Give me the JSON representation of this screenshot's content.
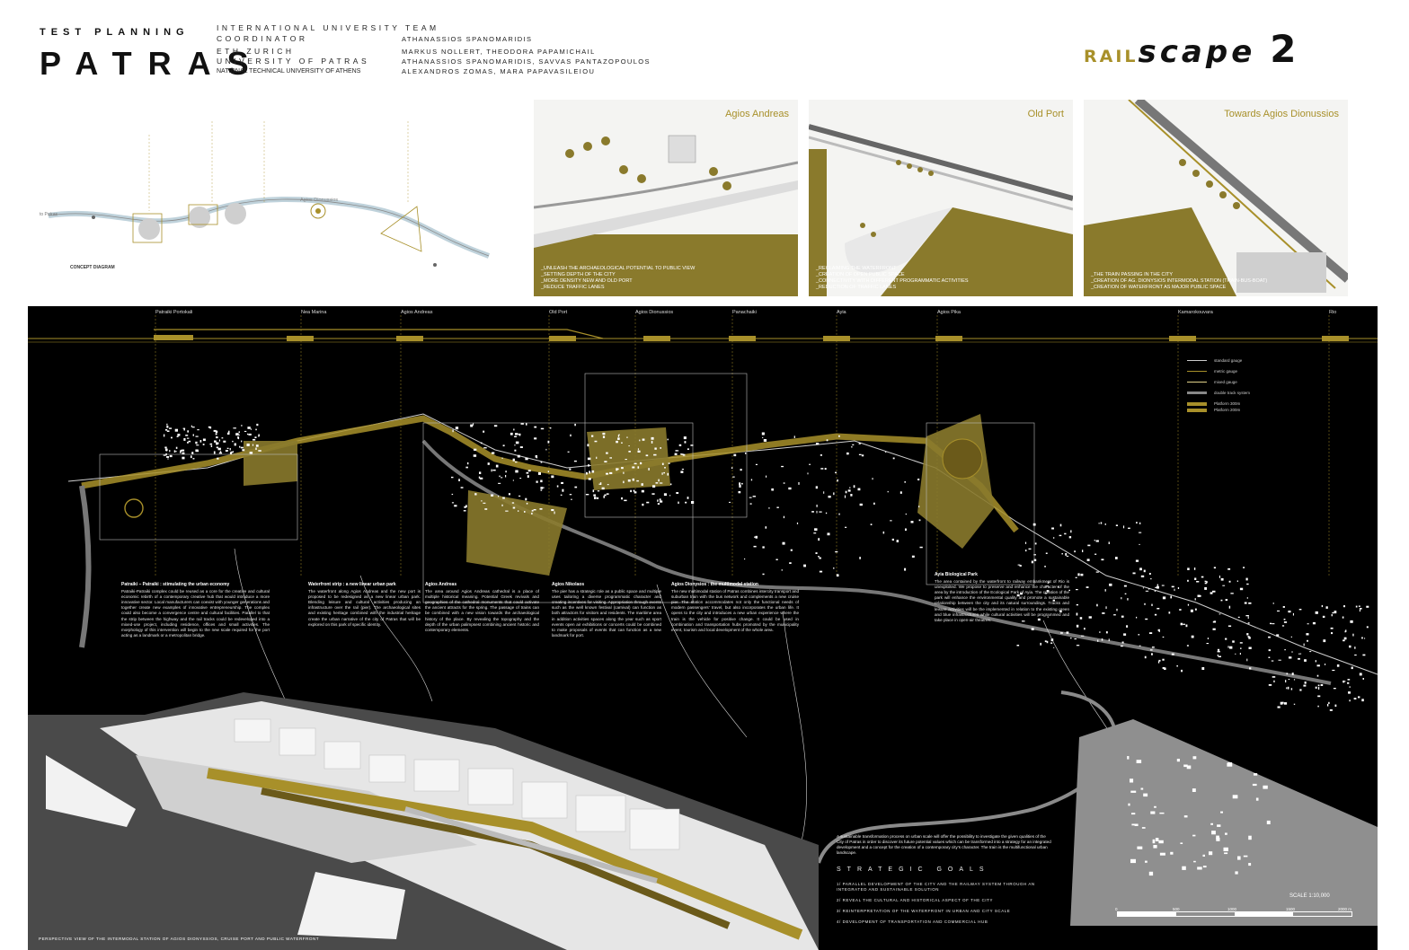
{
  "header": {
    "test_planning": "TEST PLANNING",
    "city": "PATRAS",
    "team_label": "INTERNATIONAL UNIVERSITY TEAM",
    "coordinator_label": "COORDINATOR",
    "coordinator_name": "ATHANASSIOS SPANOMARIDIS",
    "institutions": [
      "ETH ZURICH",
      "UNIVERSITY OF PATRAS",
      "NATIONAL TECHNICAL UNIVERSITY OF ATHENS"
    ],
    "members": [
      "MARKUS NOLLERT, THEODORA PAPAMICHAIL",
      "ATHANASSIOS SPANOMARIDIS, SAVVAS PANTAZOPOULOS",
      "ALEXANDROS ZOMAS, MARA PAPAVASILEIOU"
    ],
    "brand_rail": "RAIL",
    "brand_scape": "scape",
    "brand_number": "2"
  },
  "concept": {
    "label": "CONCEPT DIAGRAM",
    "station_label": "Agios Dionussios",
    "left_label": "to Patras"
  },
  "panels": [
    {
      "title": "Agios Andreas",
      "notes": [
        "_UNLEASH THE ARCHAEOLOGICAL POTENTIAL TO PUBLIC VIEW",
        "_SETTING DEPTH OF THE CITY",
        "_MORE DENSITY NEW AND OLD PORT",
        "_REDUCE TRAFFIC LANES"
      ]
    },
    {
      "title": "Old Port",
      "notes": [
        "_RECLAIMING THE WATERFRONT",
        "_CREATION OF OPEN PUBLIC SPACE",
        "_CONNECTIVITY WITH DIFFERENT PROGRAMMATIC ACTIVITIES",
        "_REDUCTION OF TRAFFIC LANES"
      ]
    },
    {
      "title": "Towards Agios Dionussios",
      "notes": [
        "_THE TRAIN PASSING IN THE CITY",
        "_CREATION OF AG. DIONYSIOS INTERMODAL STATION (TRAIN-BUS-BOAT)",
        "_CREATION OF WATERFRONT AS MAJOR PUBLIC SPACE"
      ]
    }
  ],
  "stations": [
    "Patraiki Portokali",
    "Nea Marina",
    "Agios Andreas",
    "Old Port",
    "Agios Dionussios",
    "Panachaiki",
    "Ayia",
    "Agios Pika",
    "Kamarokouvara",
    "Rio"
  ],
  "legend": [
    "standard gauge",
    "metric gauge",
    "mixed gauge",
    "double track system",
    "Platform 300m",
    "Platform 200m"
  ],
  "columns": [
    {
      "title": "Patraiki – Patraiki : stimulating the urban economy",
      "body": "Patraiki-Patraiki complex could be reused as a core for the creative and cultural economic rebirth of a contemporary creative hub that would introduce a more innovative sector. Local manufacturers can coexist with younger generations and together create new examples of innovative entrepreneurship. The complex could also become a convergence centre and cultural facilities. Parallel to that the strip between the highway and the rail tracks could be redeveloped into a mixed-use project, including residence, offices and small activities. The morphology of this intervention will begin to the new scale required for the port acting as a landmark or a metropolitan bridge."
    },
    {
      "title": "Waterfront strip : a new linear urban park",
      "body": "The waterfront along Agios Andreas and the new port is proposed to be redesigned as a new linear urban park. Blending leisure and cultural activities producing an infrastructure over the rail (pier). The archaeological sites and existing heritage combined with the industrial heritage create the urban narrative of the city of Patras that will be explored on this park of specific identity."
    },
    {
      "title": "Agios Andreas",
      "body": "The area around Agios Andreas cathedral is a place of multiple historical meaning. Potential Greek revivals and geographies of the cathedral monuments that could activate the ancient attracts for the spring. The passage of trains can be combined with a new vision towards the archaeological history of the place. By revealing the topography and the depth of the urban palimpsest combining ancient historic and contemporary elements."
    },
    {
      "title": "Agios Nikolaos",
      "body": "The pier has a strategic role as a public space and multiple uses tailoring a diverse programmatic character and creating incentives for visiting. Appropriation through events such as the well known festival (carnival) can function as both attractors for visitors and residents. The maritime area in addition activities spaces along the year such as sport events open air exhibitions or concerts could be combined to make proposals of events that can function as a new landmark for port."
    },
    {
      "title": "Agios Dionysios : the multimodal station",
      "body": "The new multimodal station of Patras combines intercity transport and suburban train with the bus network and complements a new cruise pier. The station accommodates not only the functional needs of modern passengers' travel, but also incorporates the urban life. It opens to the city and introduces a new urban experience where the train is the vehicle for positive change. It could be used in combination and transportation hubs promoted by the municipality event, tourism and local development of the whole area."
    },
    {
      "title": "Ayia Biological Park",
      "body": "The area contained by the waterfront to railway embankment of Rio is unexploited. We propose to preserve and enhance the character of the area by the introduction of the Ecological Park of Ayia. The creation of the park will enhance the environmental quality and promote a sustainable relationship between the city and its natural surroundings. Tracks and leisure activities will be the implemented in relation to the existing green and blue infrastructures while cultural activities will be programmed and take place in open-air theatres."
    }
  ],
  "goals": {
    "intro": "A sustainable transformation process on urban scale will offer the possibility to investigate the given qualities of the City of Patras in order to discover its future potential values which can be transformed into a strategy for an integrated development and a concept for the creation of a contemporary city's character. The train is the multifunctional urban landscape.",
    "title": "STRATEGIC GOALS",
    "items": [
      "1/ PARALLEL DEVELOPMENT OF THE CITY AND THE RAILWAY SYSTEM THROUGH AN INTEGRATED AND SUSTAINABLE SOLUTION",
      "2/ REVEAL THE CULTURAL AND HISTORICAL ASPECT OF THE CITY",
      "3/ REINTERPRETATION OF THE WATERFRONT IN URBAN AND CITY SCALE",
      "4/ DEVELOPMENT OF TRANSPORTATION AND COMMERCIAL HUB"
    ]
  },
  "scale": {
    "label": "SCALE 1:10,000",
    "ticks": [
      "0",
      "500",
      "1000",
      "1500",
      "2000 m"
    ]
  },
  "perspective_caption": "PERSPECTIVE VIEW OF THE INTERMODAL STATION OF AGIOS DIONYSSIOS, CRUISE PORT AND PUBLIC WATERFRONT",
  "colors": {
    "accent": "#a8902a",
    "dark_gold": "#6b5a1a",
    "background": "#000000"
  }
}
